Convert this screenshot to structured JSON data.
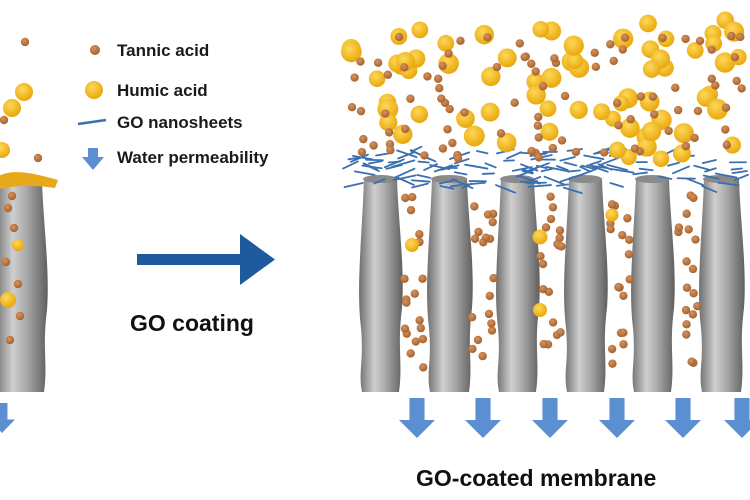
{
  "legend": {
    "items": [
      {
        "id": "tannic",
        "label": "Tannic acid"
      },
      {
        "id": "humic",
        "label": "Humic acid"
      },
      {
        "id": "go",
        "label": "GO nanosheets"
      },
      {
        "id": "water",
        "label": "Water permeability"
      }
    ]
  },
  "process": {
    "label": "GO coating"
  },
  "result": {
    "label": "GO-coated membrane"
  },
  "colors": {
    "tannic": "#b8733a",
    "humic": "#f2b618",
    "go": "#3a6fb0",
    "water_arrow": "#5b8fd1",
    "process_arrow": "#1e5a9e",
    "fiber_dark": "#6f6f6f",
    "fiber_light": "#d4d4d4"
  }
}
